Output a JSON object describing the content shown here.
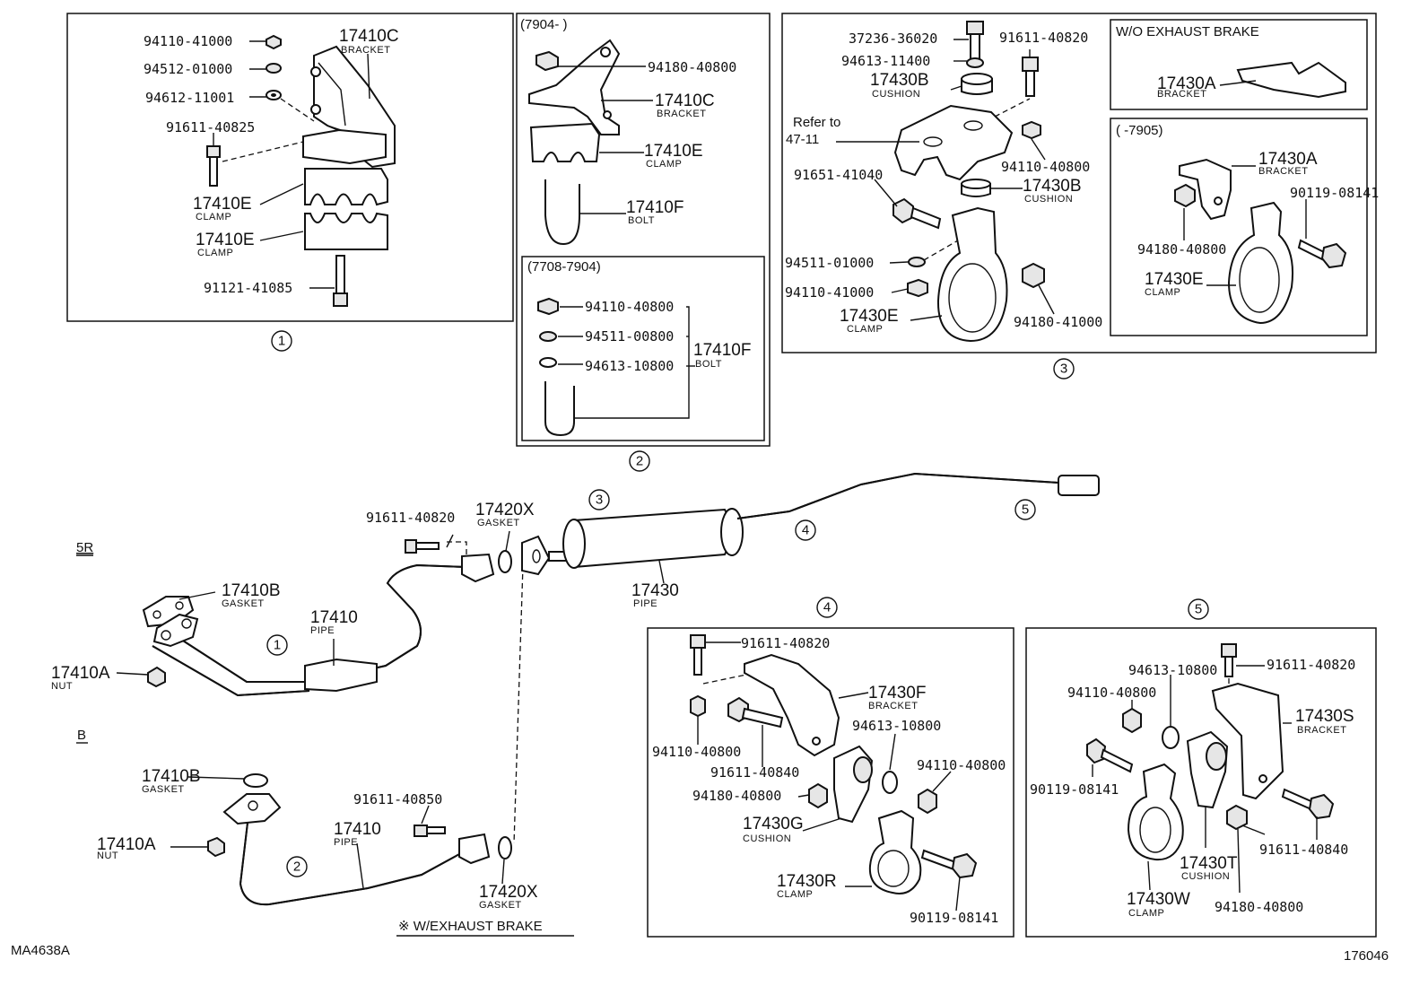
{
  "footer": {
    "left_code": "MA4638A",
    "right_code": "176046"
  },
  "main": {
    "labels": {
      "variant_5r": "5R",
      "variant_b": "B",
      "exhaust_brake_note": "※ W/EXHAUST BRAKE",
      "pipe1_bolt": "91611-40820",
      "gasket_top_pn": "17420X",
      "gasket_top_cap": "GASKET",
      "gasket_a_pn": "17410B",
      "gasket_a_cap": "GASKET",
      "pipe_a_pn": "17410",
      "pipe_a_cap": "PIPE",
      "nut_a_pn": "17410A",
      "nut_a_cap": "NUT",
      "gasket_b_pn": "17410B",
      "gasket_b_cap": "GASKET",
      "pipe_b_pn": "17410",
      "pipe_b_cap": "PIPE",
      "nut_b_pn": "17410A",
      "nut_b_cap": "NUT",
      "pipe2_bolt": "91611-40850",
      "gasket_bottom_pn": "17420X",
      "gasket_bottom_cap": "GASKET",
      "muffler_pn": "17430",
      "muffler_cap": "PIPE"
    }
  },
  "callouts": {
    "c1": "1",
    "c2": "2",
    "c3": "3",
    "c4": "4",
    "c5": "5"
  },
  "panel1": {
    "nut": "94110-41000",
    "washer": "94512-01000",
    "plate_washer": "94612-11001",
    "bolt": "91611-40825",
    "bracket_pn": "17410C",
    "bracket_cap": "BRACKET",
    "clamp_upper_pn": "17410E",
    "clamp_upper_cap": "CLAMP",
    "clamp_lower_pn": "17410E",
    "clamp_lower_cap": "CLAMP",
    "long_bolt": "91121-41085"
  },
  "panel2": {
    "header_top": "(7904-        )",
    "nut_top": "94180-40800",
    "bracket_pn": "17410C",
    "bracket_cap": "BRACKET",
    "clamp_pn": "17410E",
    "clamp_cap": "CLAMP",
    "ubolt_pn": "17410F",
    "ubolt_cap": "BOLT",
    "header_sub": "(7708-7904)",
    "sub_nut": "94110-40800",
    "sub_washer": "94511-00800",
    "sub_plate": "94613-10800",
    "sub_bolt_pn": "17410F",
    "sub_bolt_cap": "BOLT"
  },
  "panel3": {
    "stud": "37236-36020",
    "washer_top": "94613-11400",
    "cushion_top_pn": "17430B",
    "cushion_top_cap": "CUSHION",
    "refer_line1": "Refer to",
    "refer_line2": "47-11",
    "bolt_top": "91611-40820",
    "nut_mid": "94110-40800",
    "cushion_mid_pn": "17430B",
    "cushion_mid_cap": "CUSHION",
    "bolt_side": "91651-41040",
    "washer_low": "94511-01000",
    "nut_low": "94110-41000",
    "clamp_pn": "17430E",
    "clamp_cap": "CLAMP",
    "nut_clamp": "94180-41000",
    "wo_header": "W/O EXHAUST BRAKE",
    "wo_bracket_pn": "17430A",
    "wo_bracket_cap": "BRACKET",
    "sub_header": "(        -7905)",
    "sub_bracket_pn": "17430A",
    "sub_bracket_cap": "BRACKET",
    "sub_bolt": "90119-08141",
    "sub_nut": "94180-40800",
    "sub_clamp_pn": "17430E",
    "sub_clamp_cap": "CLAMP"
  },
  "panel4": {
    "bolt_top": "91611-40820",
    "bracket_pn": "17430F",
    "bracket_cap": "BRACKET",
    "washer": "94613-10800",
    "nut_left": "94110-40800",
    "bolt_mid": "91611-40840",
    "nut_right": "94110-40800",
    "nut_flange": "94180-40800",
    "cushion_pn": "17430G",
    "cushion_cap": "CUSHION",
    "clamp_pn": "17430R",
    "clamp_cap": "CLAMP",
    "bolt_bottom": "90119-08141"
  },
  "panel5": {
    "washer": "94613-10800",
    "bolt_top": "91611-40820",
    "nut_top": "94110-40800",
    "bracket_pn": "17430S",
    "bracket_cap": "BRACKET",
    "bolt_left": "90119-08141",
    "cushion_pn": "17430T",
    "cushion_cap": "CUSHION",
    "bolt_right": "91611-40840",
    "clamp_pn": "17430W",
    "clamp_cap": "CLAMP",
    "nut_bottom": "94180-40800"
  }
}
